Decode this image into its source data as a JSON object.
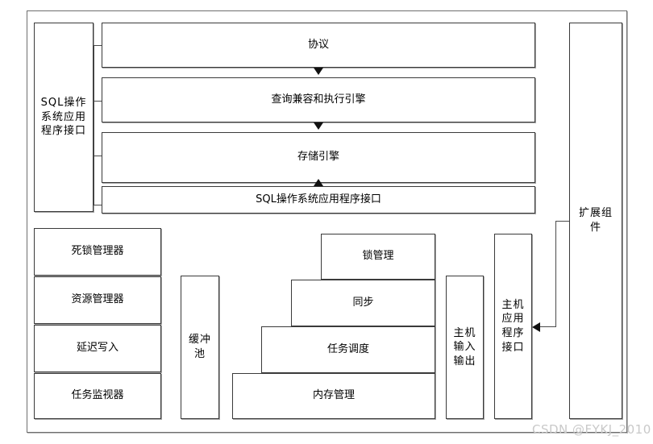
{
  "diagram": {
    "title": "",
    "watermark": "CSDN @FYKJ_2010",
    "colors": {
      "box_border": "#3a3a3a",
      "frame_border": "#6e6e6e",
      "background": "#ffffff",
      "text": "#000000",
      "watermark": "#c9c9c9",
      "arrow": "#111111"
    },
    "sql_api_sidebar": {
      "label": "SQL操作系统应用程序接口"
    },
    "protocol_stack": [
      {
        "label": "协议"
      },
      {
        "label": "查询兼容和执行引擎"
      },
      {
        "label": "存储引擎"
      },
      {
        "label": "SQL操作系统应用程序接口"
      }
    ],
    "left_column": [
      {
        "label": "死锁管理器"
      },
      {
        "label": "资源管理器"
      },
      {
        "label": "延迟写入"
      },
      {
        "label": "任务监视器"
      }
    ],
    "buffer_pool": {
      "label": "缓冲池"
    },
    "staircase": [
      {
        "label": "锁管理"
      },
      {
        "label": "同步"
      },
      {
        "label": "任务调度"
      },
      {
        "label": "内存管理"
      }
    ],
    "host_io": {
      "label": "主机输入输出"
    },
    "host_api": {
      "label": "主机应用程序接口"
    },
    "extension_component": {
      "label": "扩展组件"
    }
  }
}
